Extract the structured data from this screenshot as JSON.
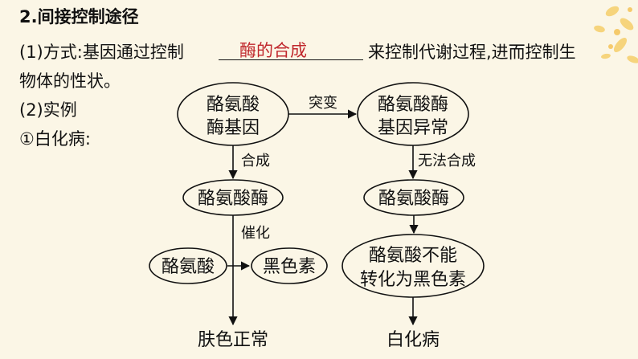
{
  "section": {
    "heading_number": "2",
    "heading_text": ".间接控制途径",
    "line1_prefix": "(1)方式:基因通过控制",
    "line1_answer": "酶的合成",
    "line1_suffix": "来控制代谢过程,进而控制生",
    "line2": "物体的性状。",
    "example_label": "(2)实例",
    "case_label": "①白化病:"
  },
  "diagram": {
    "normal_gene": [
      "酪氨酸",
      "酶基因"
    ],
    "mutant_gene": [
      "酪氨酸酶",
      "基因异常"
    ],
    "edge_mutation": "突变",
    "edge_synthesis": "合成",
    "edge_no_synthesis": "无法合成",
    "enzyme_left": "酪氨酸酶",
    "enzyme_right": "酪氨酸酶",
    "edge_catalysis": "催化",
    "substrate": "酪氨酸",
    "product": "黑色素",
    "failure": [
      "酪氨酸不能",
      "转化为黑色素"
    ],
    "outcome_normal": "肤色正常",
    "outcome_albino": "白化病"
  },
  "colors": {
    "answer": "#c0282d",
    "background": "#fbf6e6",
    "decoration": "#f3c14a"
  }
}
